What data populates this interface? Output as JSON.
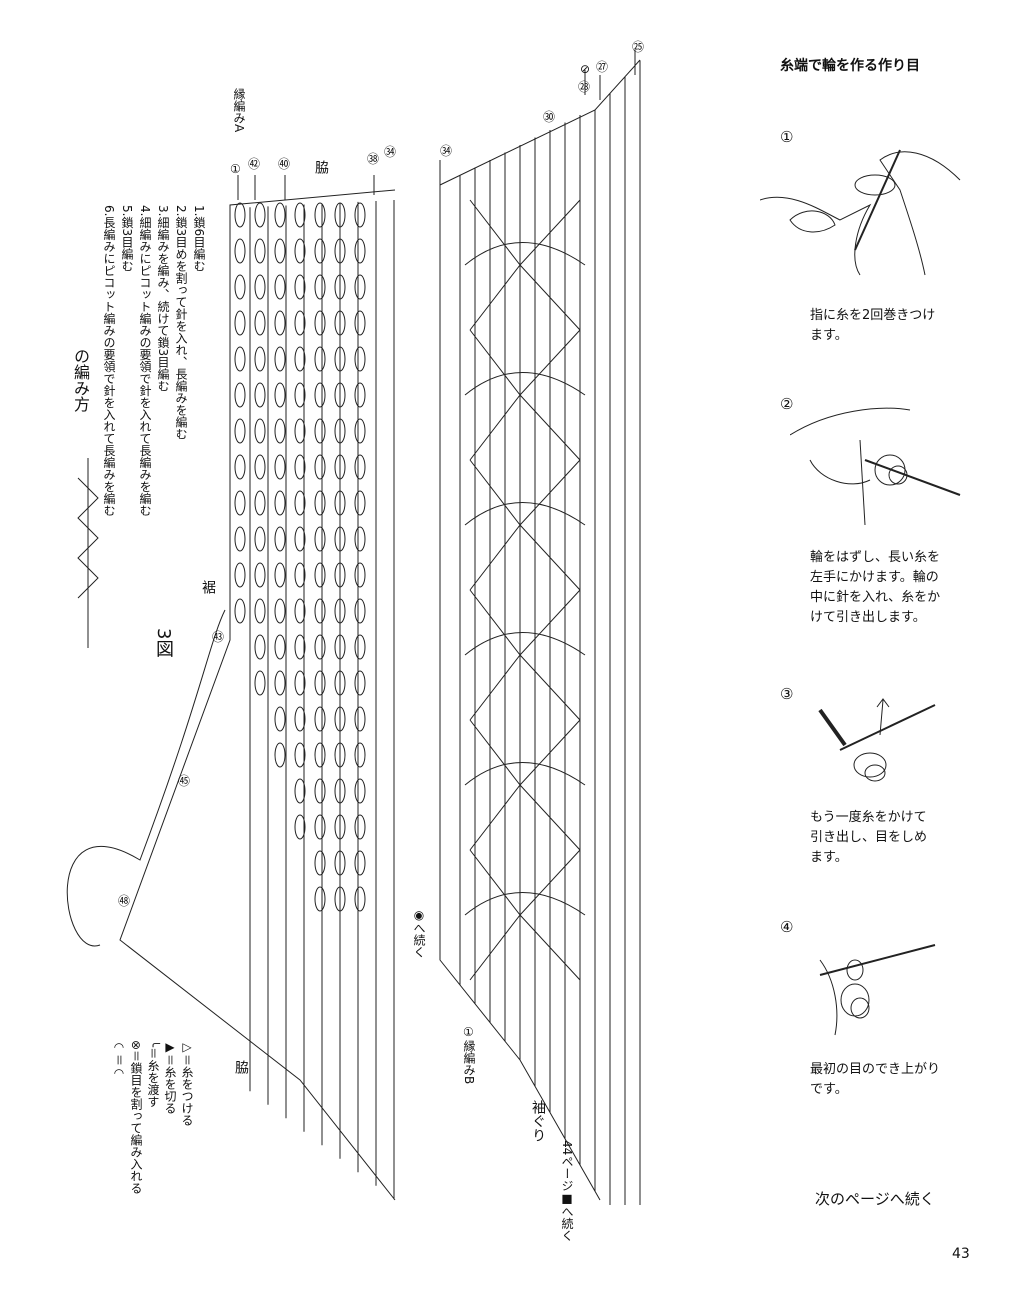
{
  "diagram": {
    "figure_label": "3図",
    "technique_title": "の編み方",
    "technique_steps": [
      "1.鎖6目編む",
      "2.鎖3目めを割って針を入れ、長編みを編む",
      "3.細編みを編み、続けて鎖3目編む",
      "4.細編みにピコット編みの要領で針を入れて長編みを編む",
      "5.鎖3目編む",
      "6.長編みにピコット編みの要領で針を入れて長編みを編む"
    ],
    "legend": [
      "▷＝糸をつける",
      "▶＝糸を切る",
      "╰＝糸を渡す",
      "⊗＝鎖目を割って編み入れる",
      "◠＝◠"
    ],
    "labels": {
      "edge_a": "縁編みA",
      "edge_b": "縁編みB",
      "side_top": "脇",
      "side_bottom": "脇",
      "hem": "裾",
      "sleeve": "袖ぐり",
      "continue_mark": "◉へ続く",
      "continue_44": "44ページ■へ続く"
    },
    "row_numbers": {
      "r1": "①",
      "r42": "㊷",
      "r40": "㊵",
      "r38": "㊳",
      "r34": "㉞",
      "r43": "㊸",
      "r45": "㊺",
      "r48": "㊽",
      "r30": "㉚",
      "r28": "㉘",
      "r25": "㉕",
      "r27": "㉗",
      "r0": "⊘",
      "r34b": "㉞",
      "b1": "①"
    }
  },
  "tutorial": {
    "title": "糸端で輪を作る作り目",
    "steps": [
      {
        "num": "①",
        "text": [
          "指に糸を2回巻きつけ",
          "ます。"
        ]
      },
      {
        "num": "②",
        "text": [
          "輪をはずし、長い糸を",
          "左手にかけます。輪の",
          "中に針を入れ、糸をか",
          "けて引き出します。"
        ]
      },
      {
        "num": "③",
        "text": [
          "もう一度糸をかけて",
          "引き出し、目をしめ",
          "ます。"
        ]
      },
      {
        "num": "④",
        "text": [
          "最初の目のでき上がり",
          "です。"
        ]
      }
    ]
  },
  "footer": {
    "continue": "次のページへ続く",
    "page_number": "43"
  }
}
